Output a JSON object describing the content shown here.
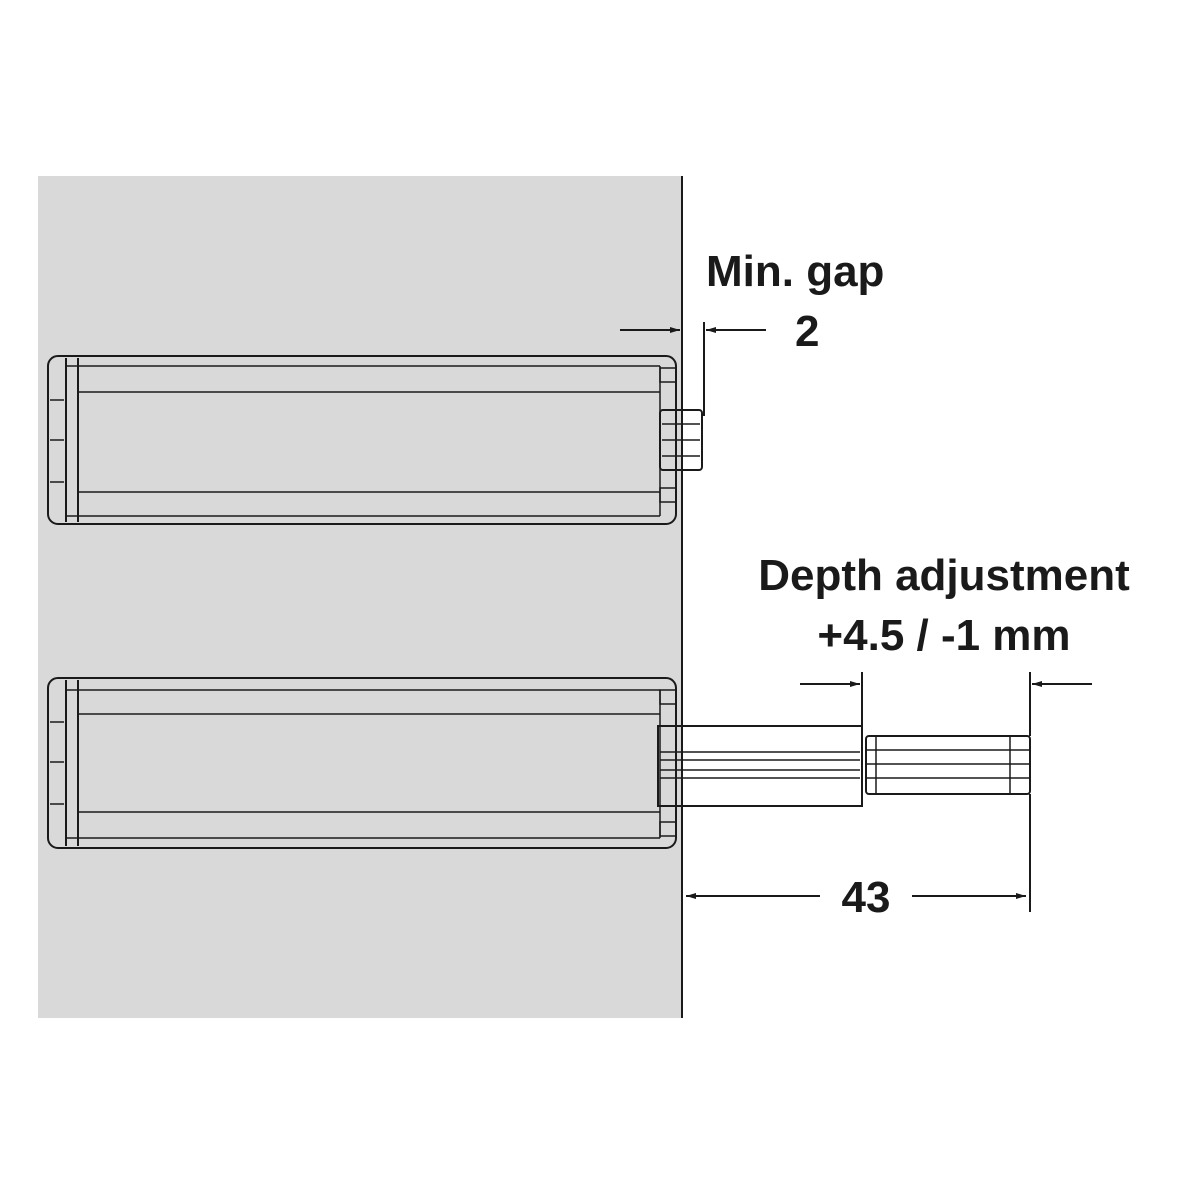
{
  "labels": {
    "min_gap_title": "Min. gap",
    "min_gap_value": "2",
    "depth_title": "Depth adjustment",
    "depth_range": "+4.5 / -1 mm",
    "extension_value": "43"
  },
  "colors": {
    "panel": "#d9d9d9",
    "body": "#ffffff",
    "line": "#1a1a1a"
  }
}
